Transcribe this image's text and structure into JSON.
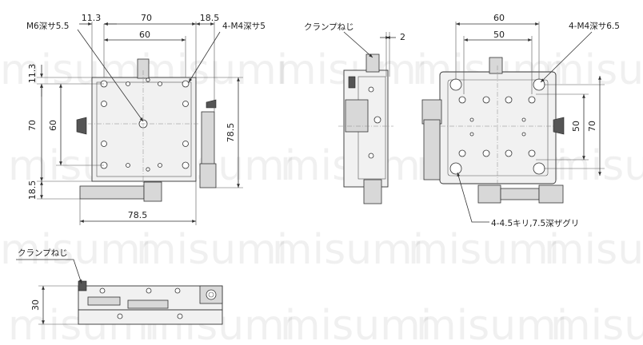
{
  "views": {
    "top": {
      "dims": {
        "d11_3_top": "11.3",
        "d70_top": "70",
        "d18_5_top": "18.5",
        "d60_top": "60",
        "d11_3_left": "11.3",
        "d70_left": "70",
        "d60_left": "60",
        "d78_5_right": "78.5",
        "d18_5_left": "18.5",
        "d78_5_bottom": "78.5"
      },
      "callouts": {
        "m6": "M6深サ5.5",
        "m4": "4-M4深サ5"
      }
    },
    "side": {
      "dims": {
        "d2": "2"
      },
      "callouts": {
        "clamp": "クランプねじ"
      }
    },
    "bottom": {
      "dims": {
        "d60": "60",
        "d50": "50",
        "d50_right": "50",
        "d70_right": "70"
      },
      "callouts": {
        "m4": "4-M4深サ6.5",
        "kiri": "4-4.5キリ,7.5深ザグリ"
      }
    },
    "front": {
      "dims": {
        "d30": "30"
      },
      "callouts": {
        "clamp": "クランプねじ"
      }
    }
  },
  "watermark": "misumi"
}
